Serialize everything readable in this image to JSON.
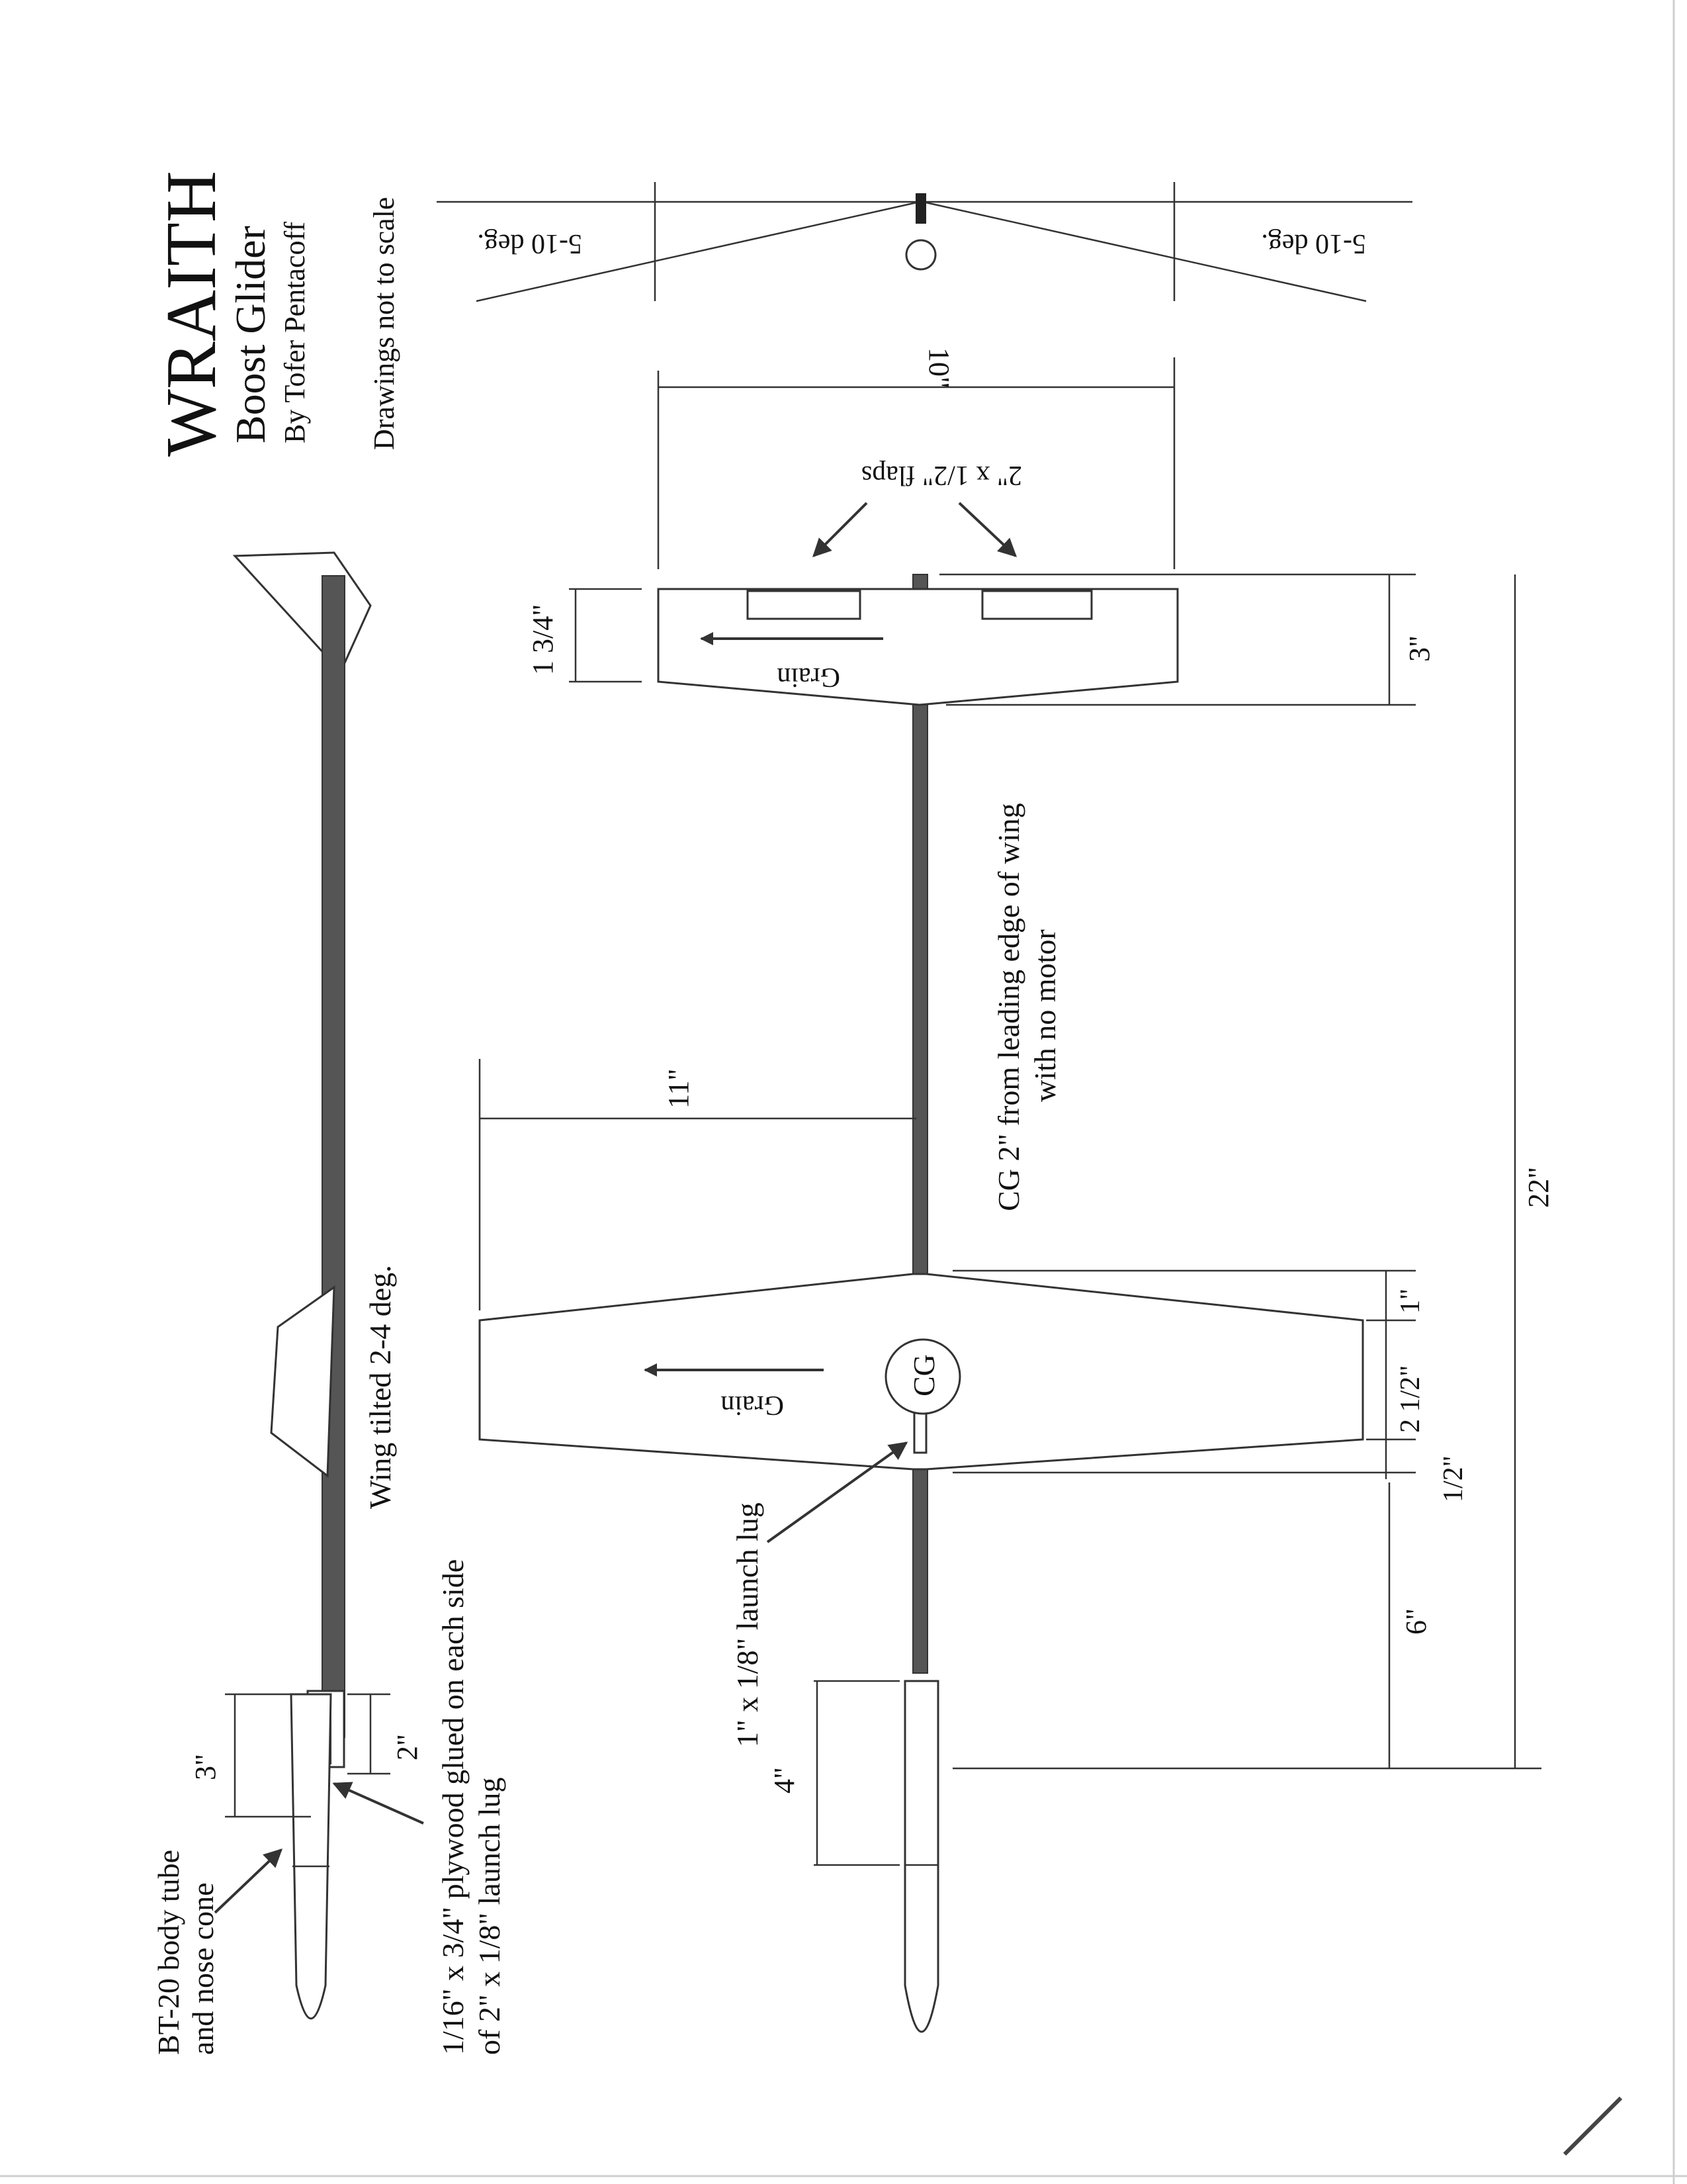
{
  "title": "WRAITH",
  "subtitle": "Boost Glider",
  "author": "By Tofer Pentacoff",
  "note_scale": "Drawings not to scale",
  "dihedral_left": "5-10 deg.",
  "dihedral_right": "5-10 deg.",
  "tail_span": "10\"",
  "flaps": "2\" x 1/2\" flaps",
  "tail_chord": "1 3/4\"",
  "tail_root": "3\"",
  "grain_tail": "Grain",
  "grain_wing": "Grain",
  "cg_note_1": "CG 2\" from leading edge of wing",
  "cg_note_2": "with no motor",
  "wing_semispan": "11\"",
  "total_length": "22\"",
  "wing_tip_offset": "1\"",
  "wing_chord": "2 1/2\"",
  "lug_offset": "1/2\"",
  "wing_position": "6\"",
  "cg_label": "CG",
  "launch_lug": "1\" x 1/8\" launch lug",
  "pod_length": "4\"",
  "wing_tilt": "Wing tilted 2-4 deg.",
  "plywood_1": "1/16\" x 3/4\" plywood glued on each side",
  "plywood_2": "of 2\" x 1/8\" launch lug",
  "side_3in": "3\"",
  "side_2in": "2\"",
  "body_tube_1": "BT-20 body tube",
  "body_tube_2": "and nose cone"
}
